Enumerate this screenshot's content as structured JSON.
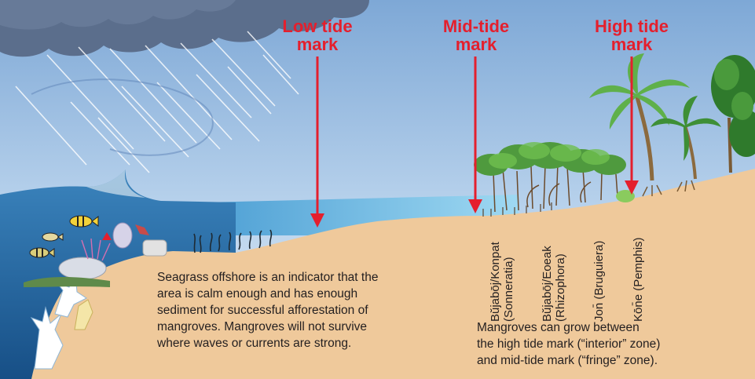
{
  "tide_marks": [
    {
      "id": "low",
      "label": "Low tide\nmark"
    },
    {
      "id": "mid",
      "label": "Mid-tide\nmark"
    },
    {
      "id": "high",
      "label": "High tide\nmark"
    }
  ],
  "species_labels": [
    {
      "id": "sonneratia",
      "label": "Bŭjabōj/Konpat\n(Sonneratia)"
    },
    {
      "id": "rhizophora",
      "label": "Bŭjabōj/Eoeak\n(Rhizophora)"
    },
    {
      "id": "bruguiera",
      "label": "Jon̄ (Bruguiera)"
    },
    {
      "id": "pemphis",
      "label": "Kōn̄e (Pemphis)"
    }
  ],
  "notes": {
    "seagrass": "Seagrass offshore is an indicator that the\narea is calm enough and has enough\nsediment for successful afforestation of\nmangroves. Mangroves will not survive\nwhere waves or currents are strong.",
    "mangrove_zones": "Mangroves can grow between\nthe high tide mark (“interior” zone)\nand mid-tide mark (“fringe” zone)."
  },
  "colors": {
    "tide_mark": "#e41f2d",
    "sand": "#efc99b",
    "ocean": "#1f6ea4",
    "sky": "#a9c8e6",
    "lagoon": "#7fc8ec"
  }
}
